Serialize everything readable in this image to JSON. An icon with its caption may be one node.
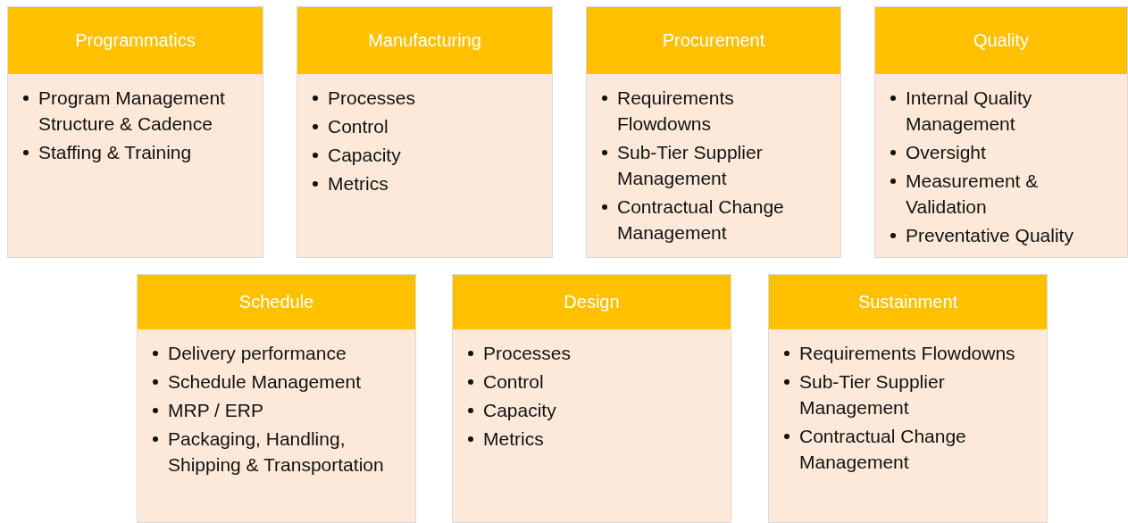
{
  "diagram": {
    "nodes": [
      {
        "text": [
          "Programmatics",
          "Program Management Structure & Cadence",
          "Staffing & Training"
        ]
      },
      {
        "text": [
          "Manufacturing",
          "Processes",
          "Control",
          "Capacity",
          "Metrics"
        ]
      },
      {
        "text": [
          "Procurement",
          "Requirements Flowdowns",
          "Sub-Tier Supplier Management",
          "Contractual Change Management"
        ]
      },
      {
        "text": [
          "Quality",
          "Internal Quality Management",
          "Oversight",
          "Measurement & Validation",
          "Preventative Quality"
        ]
      },
      {
        "text": [
          "Schedule",
          "Delivery performance",
          "Schedule Management",
          "MRP / ERP",
          "Packaging, Handling, Shipping & Transportation"
        ]
      },
      {
        "text": [
          "Design",
          "Processes",
          "Control",
          "Capacity",
          "Metrics"
        ]
      },
      {
        "text": [
          "Sustainment",
          "Requirements Flowdowns",
          "Sub-Tier Supplier Management",
          "Contractual Change Management"
        ]
      }
    ]
  }
}
